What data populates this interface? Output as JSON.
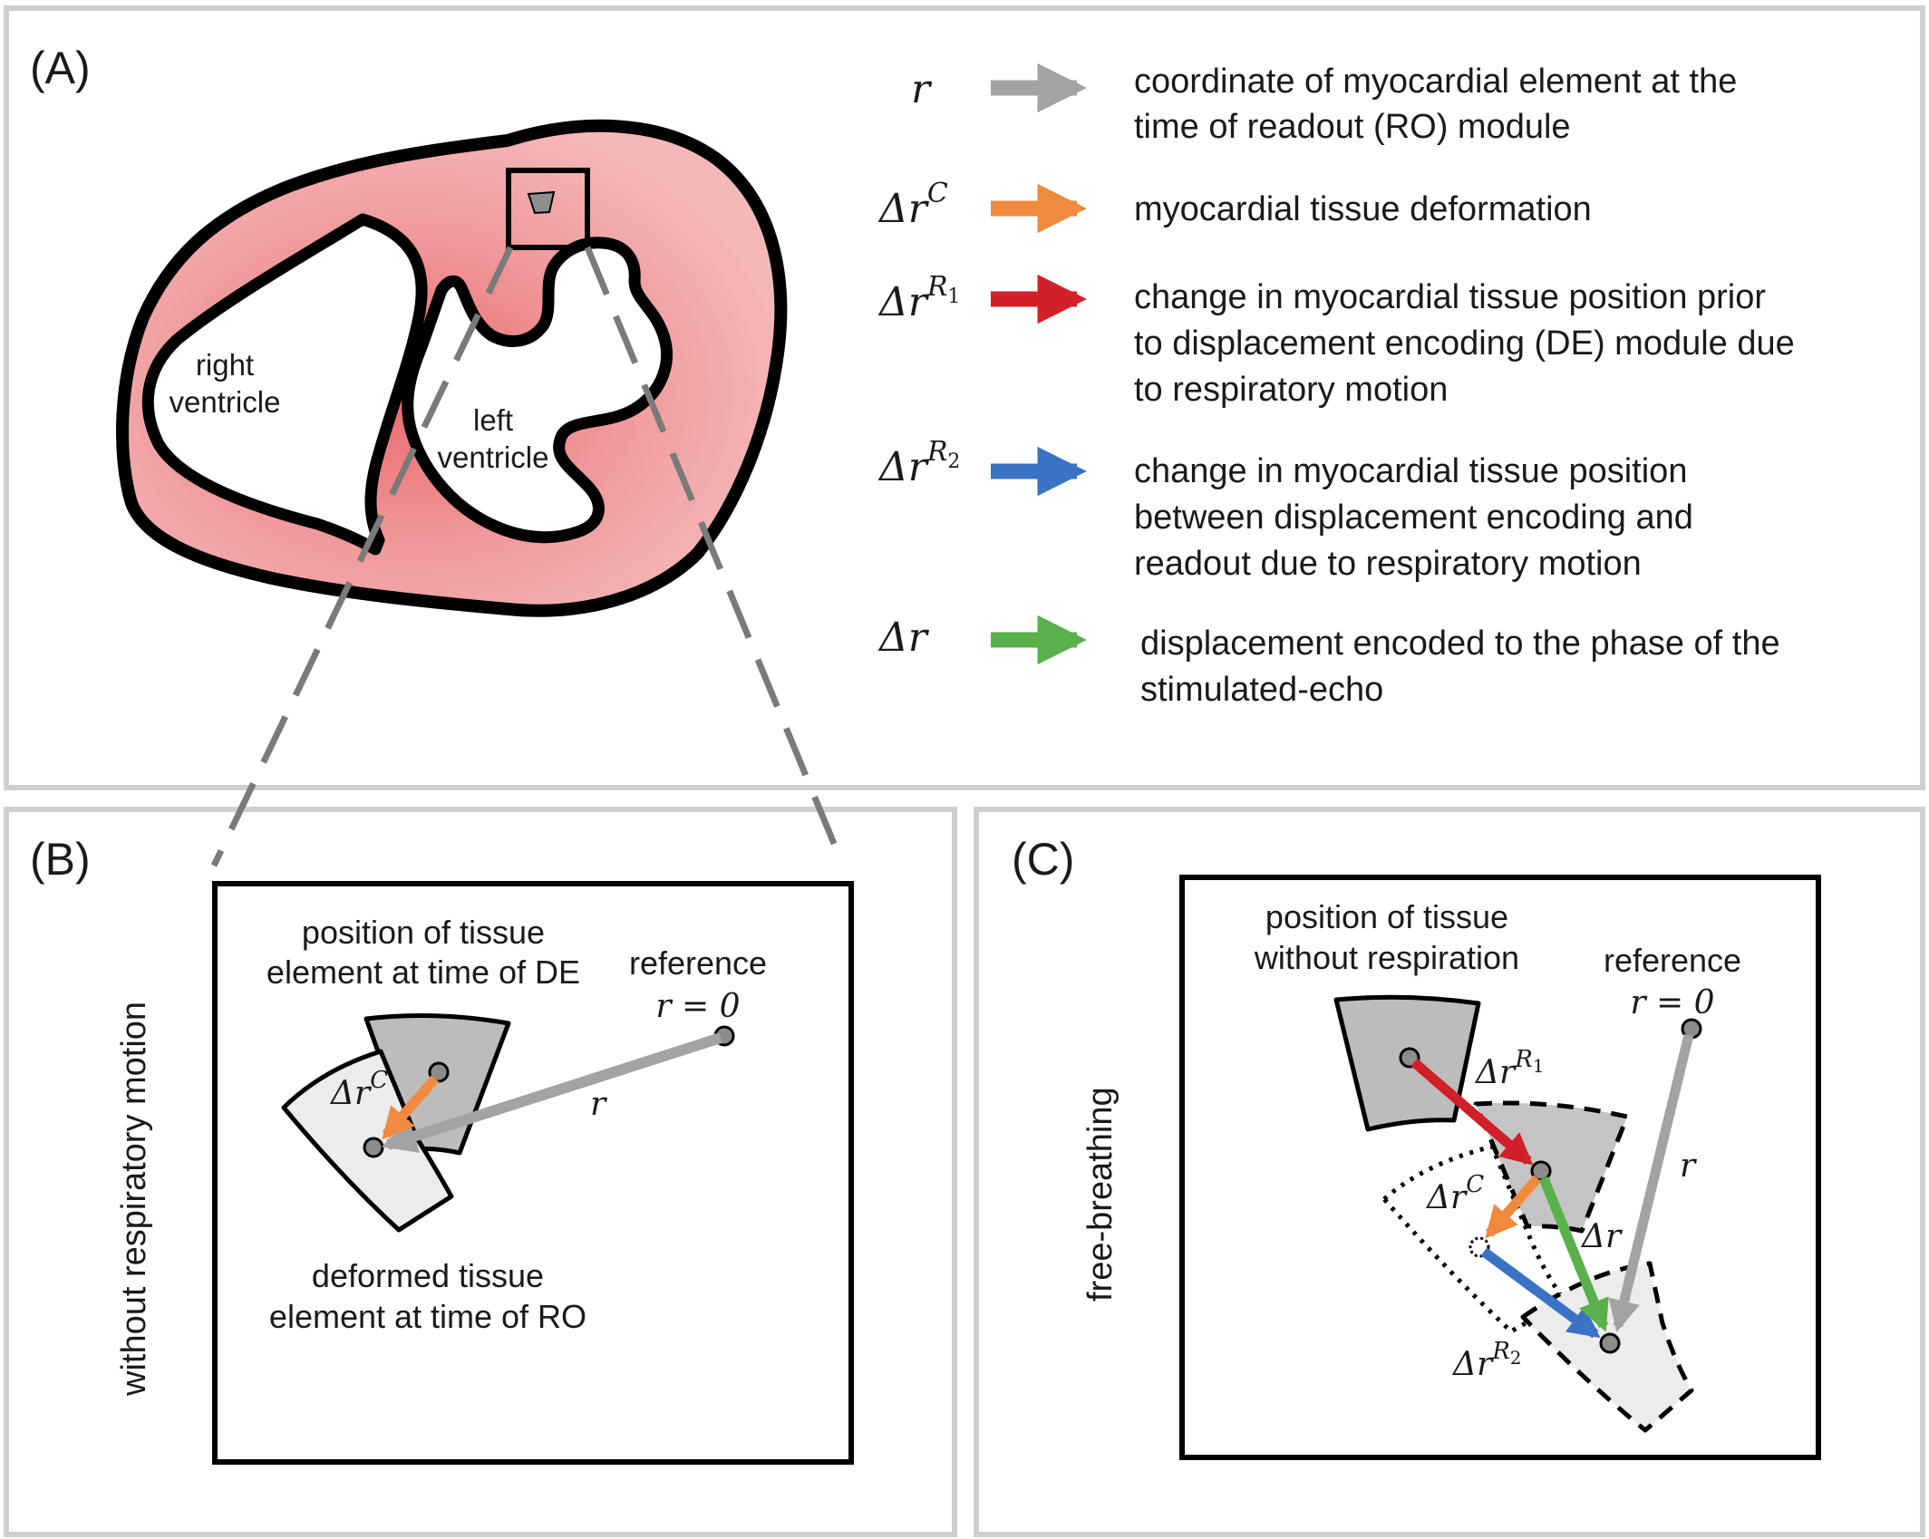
{
  "panels": {
    "a": {
      "label": "(A)"
    },
    "b": {
      "label": "(B)",
      "side_label": "without respiratory motion"
    },
    "c": {
      "label": "(C)",
      "side_label": "free-breathing"
    }
  },
  "heart": {
    "rv_label": [
      "right",
      "ventricle"
    ],
    "lv_label": [
      "left",
      "ventricle"
    ]
  },
  "legend": [
    {
      "symbol": "r",
      "sup": "",
      "sub": "",
      "color": "#a3a3a3",
      "lines": [
        "coordinate of myocardial element at the",
        "time of readout (RO) module"
      ]
    },
    {
      "symbol": "Δr",
      "sup": "C",
      "sub": "",
      "color": "#f08a3e",
      "lines": [
        "myocardial tissue deformation"
      ]
    },
    {
      "symbol": "Δr",
      "sup": "R",
      "sub": "1",
      "color": "#d0202a",
      "lines": [
        "change in myocardial tissue position prior",
        "to displacement encoding (DE) module due",
        "to respiratory motion"
      ]
    },
    {
      "symbol": "Δr",
      "sup": "R",
      "sub": "2",
      "color": "#3a72c4",
      "lines": [
        "change in myocardial tissue position",
        "between displacement encoding and",
        "readout due to respiratory motion"
      ]
    },
    {
      "symbol": "Δr",
      "sup": "",
      "sub": "",
      "color": "#5ab04a",
      "lines": [
        "displacement encoded to the phase of the",
        "stimulated-echo"
      ]
    }
  ],
  "panel_b": {
    "de_label": [
      "position of tissue",
      "element at time of DE"
    ],
    "ro_label": [
      "deformed tissue",
      "element at time of RO"
    ],
    "ref_label": [
      "reference",
      "r = 0"
    ],
    "r_label": "r",
    "drc_label": "Δr",
    "drc_sup": "C"
  },
  "panel_c": {
    "pos_label": [
      "position of tissue",
      "without respiration"
    ],
    "ref_label": [
      "reference",
      "r = 0"
    ],
    "r_label": "r",
    "dr_label": "Δr",
    "drc_label": "Δr",
    "drc_sup": "C",
    "dr1_label": "Δr",
    "dr1_sup": "R",
    "dr1_sub": "1",
    "dr2_label": "Δr",
    "dr2_sup": "R",
    "dr2_sub": "2"
  },
  "colors": {
    "gray_arrow": "#a3a3a3",
    "orange_arrow": "#f08a3e",
    "red_arrow": "#d0202a",
    "blue_arrow": "#3a72c4",
    "green_arrow": "#5ab04a",
    "myocardium": "#f2a3a3",
    "panel_border": "#cfcfcf"
  }
}
